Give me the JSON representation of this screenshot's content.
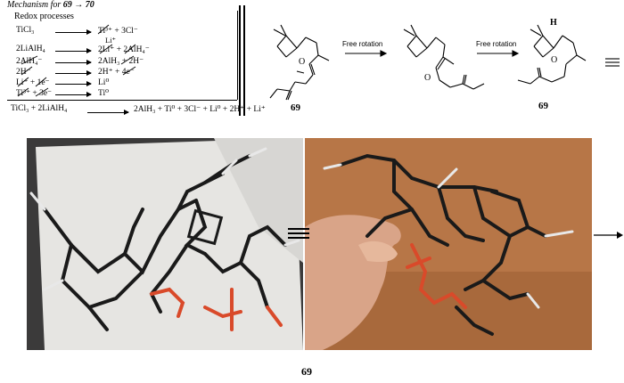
{
  "header": {
    "title_prefix": "Mechanism for ",
    "title_from": "69",
    "title_arrow": "→",
    "title_to": "70"
  },
  "redox": {
    "heading": "Redox processes",
    "reactions": [
      {
        "left": "TiCl₃",
        "right": "Ti³⁺ + 3Cl⁻"
      },
      {
        "left": "2LiAlH₄",
        "right": "2Li⁺ + 2AlH₄⁻"
      },
      {
        "left": "2AlH₄⁻",
        "right": "2AlH₃ + 2H⁻"
      },
      {
        "left": "2H⁻",
        "right": "2H⁺ + 4e⁻"
      },
      {
        "left": "Li⁺ + 1e⁻",
        "right": "Li⁰"
      },
      {
        "left": "Ti³⁺ + 3e⁻",
        "right": "Ti⁰"
      }
    ],
    "side_label": "Li⁺",
    "overall_left": "TiCl₃ + 2LiAlH₄",
    "overall_right": "2AlH₃ + Ti⁰ + 3Cl⁻ + Li⁰ + 2H⁺ + Li⁺"
  },
  "scheme": {
    "compound_left": "69",
    "compound_right": "69",
    "rotation_label_1": "Free rotation",
    "rotation_label_2": "Free rotation",
    "atom_labels": {
      "oxygen": "O",
      "hydrogen": "H"
    }
  },
  "photo_caption": "69",
  "colors": {
    "wood": "#b9794a",
    "paper": "#e8e6e3",
    "model_black": "#1a1a1a",
    "model_red": "#d94a2a"
  }
}
